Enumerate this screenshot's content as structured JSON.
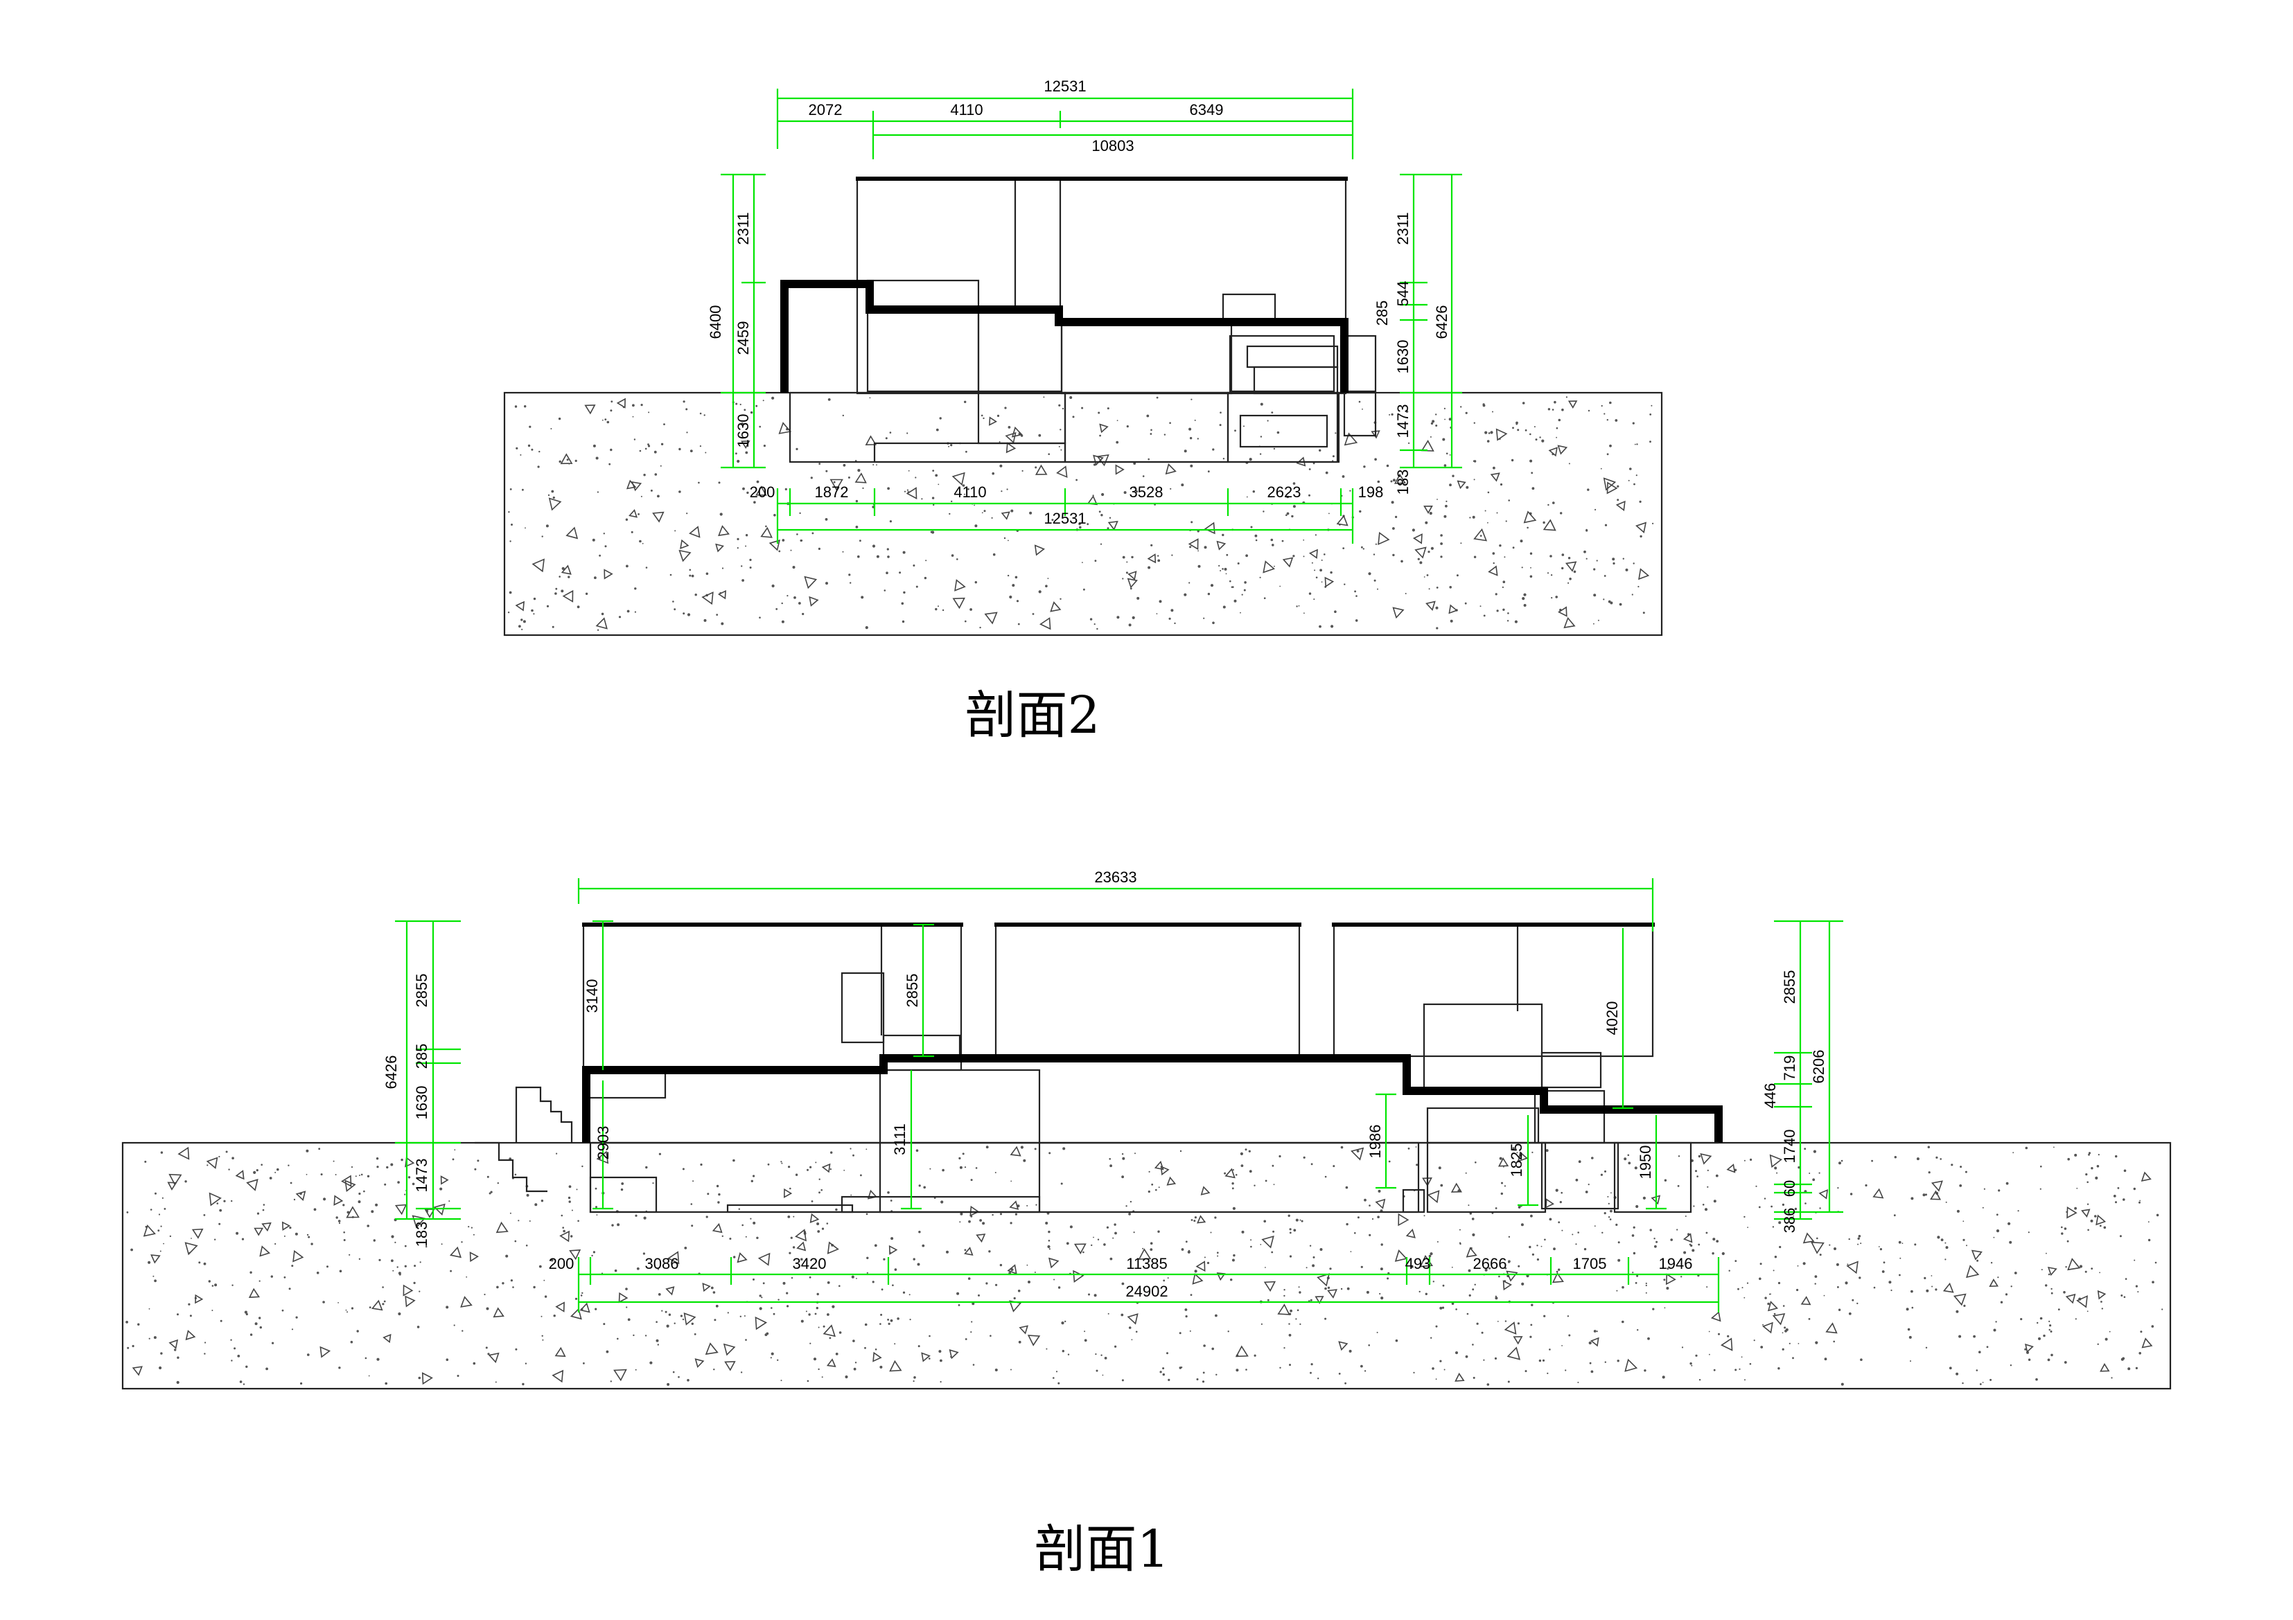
{
  "section2": {
    "title": "剖面2",
    "top_dims": [
      "12531",
      "2072",
      "4110",
      "6349",
      "10803"
    ],
    "left_dims": [
      "6400",
      "2311",
      "2459",
      "1630"
    ],
    "right_dims": [
      "2311",
      "544",
      "285",
      "6426",
      "1630",
      "1473",
      "183"
    ],
    "bottom_dims": [
      "200",
      "1872",
      "4110",
      "3528",
      "2623",
      "198",
      "12531"
    ]
  },
  "section1": {
    "title": "剖面1",
    "top_dims": [
      "23633"
    ],
    "left_dims": [
      "6426",
      "2855",
      "285",
      "1630",
      "1473",
      "183"
    ],
    "interior_dims": [
      "3140",
      "2855",
      "2903",
      "3111",
      "1986",
      "1825",
      "4020",
      "1950"
    ],
    "right_dims": [
      "2855",
      "719",
      "446",
      "6206",
      "1740",
      "60",
      "386"
    ],
    "bottom_dims": [
      "200",
      "3086",
      "3420",
      "11385",
      "493",
      "2666",
      "1705",
      "1946",
      "24902"
    ]
  },
  "colors": {
    "dimension": "#00e600",
    "outline": "#000000",
    "background": "#ffffff"
  }
}
